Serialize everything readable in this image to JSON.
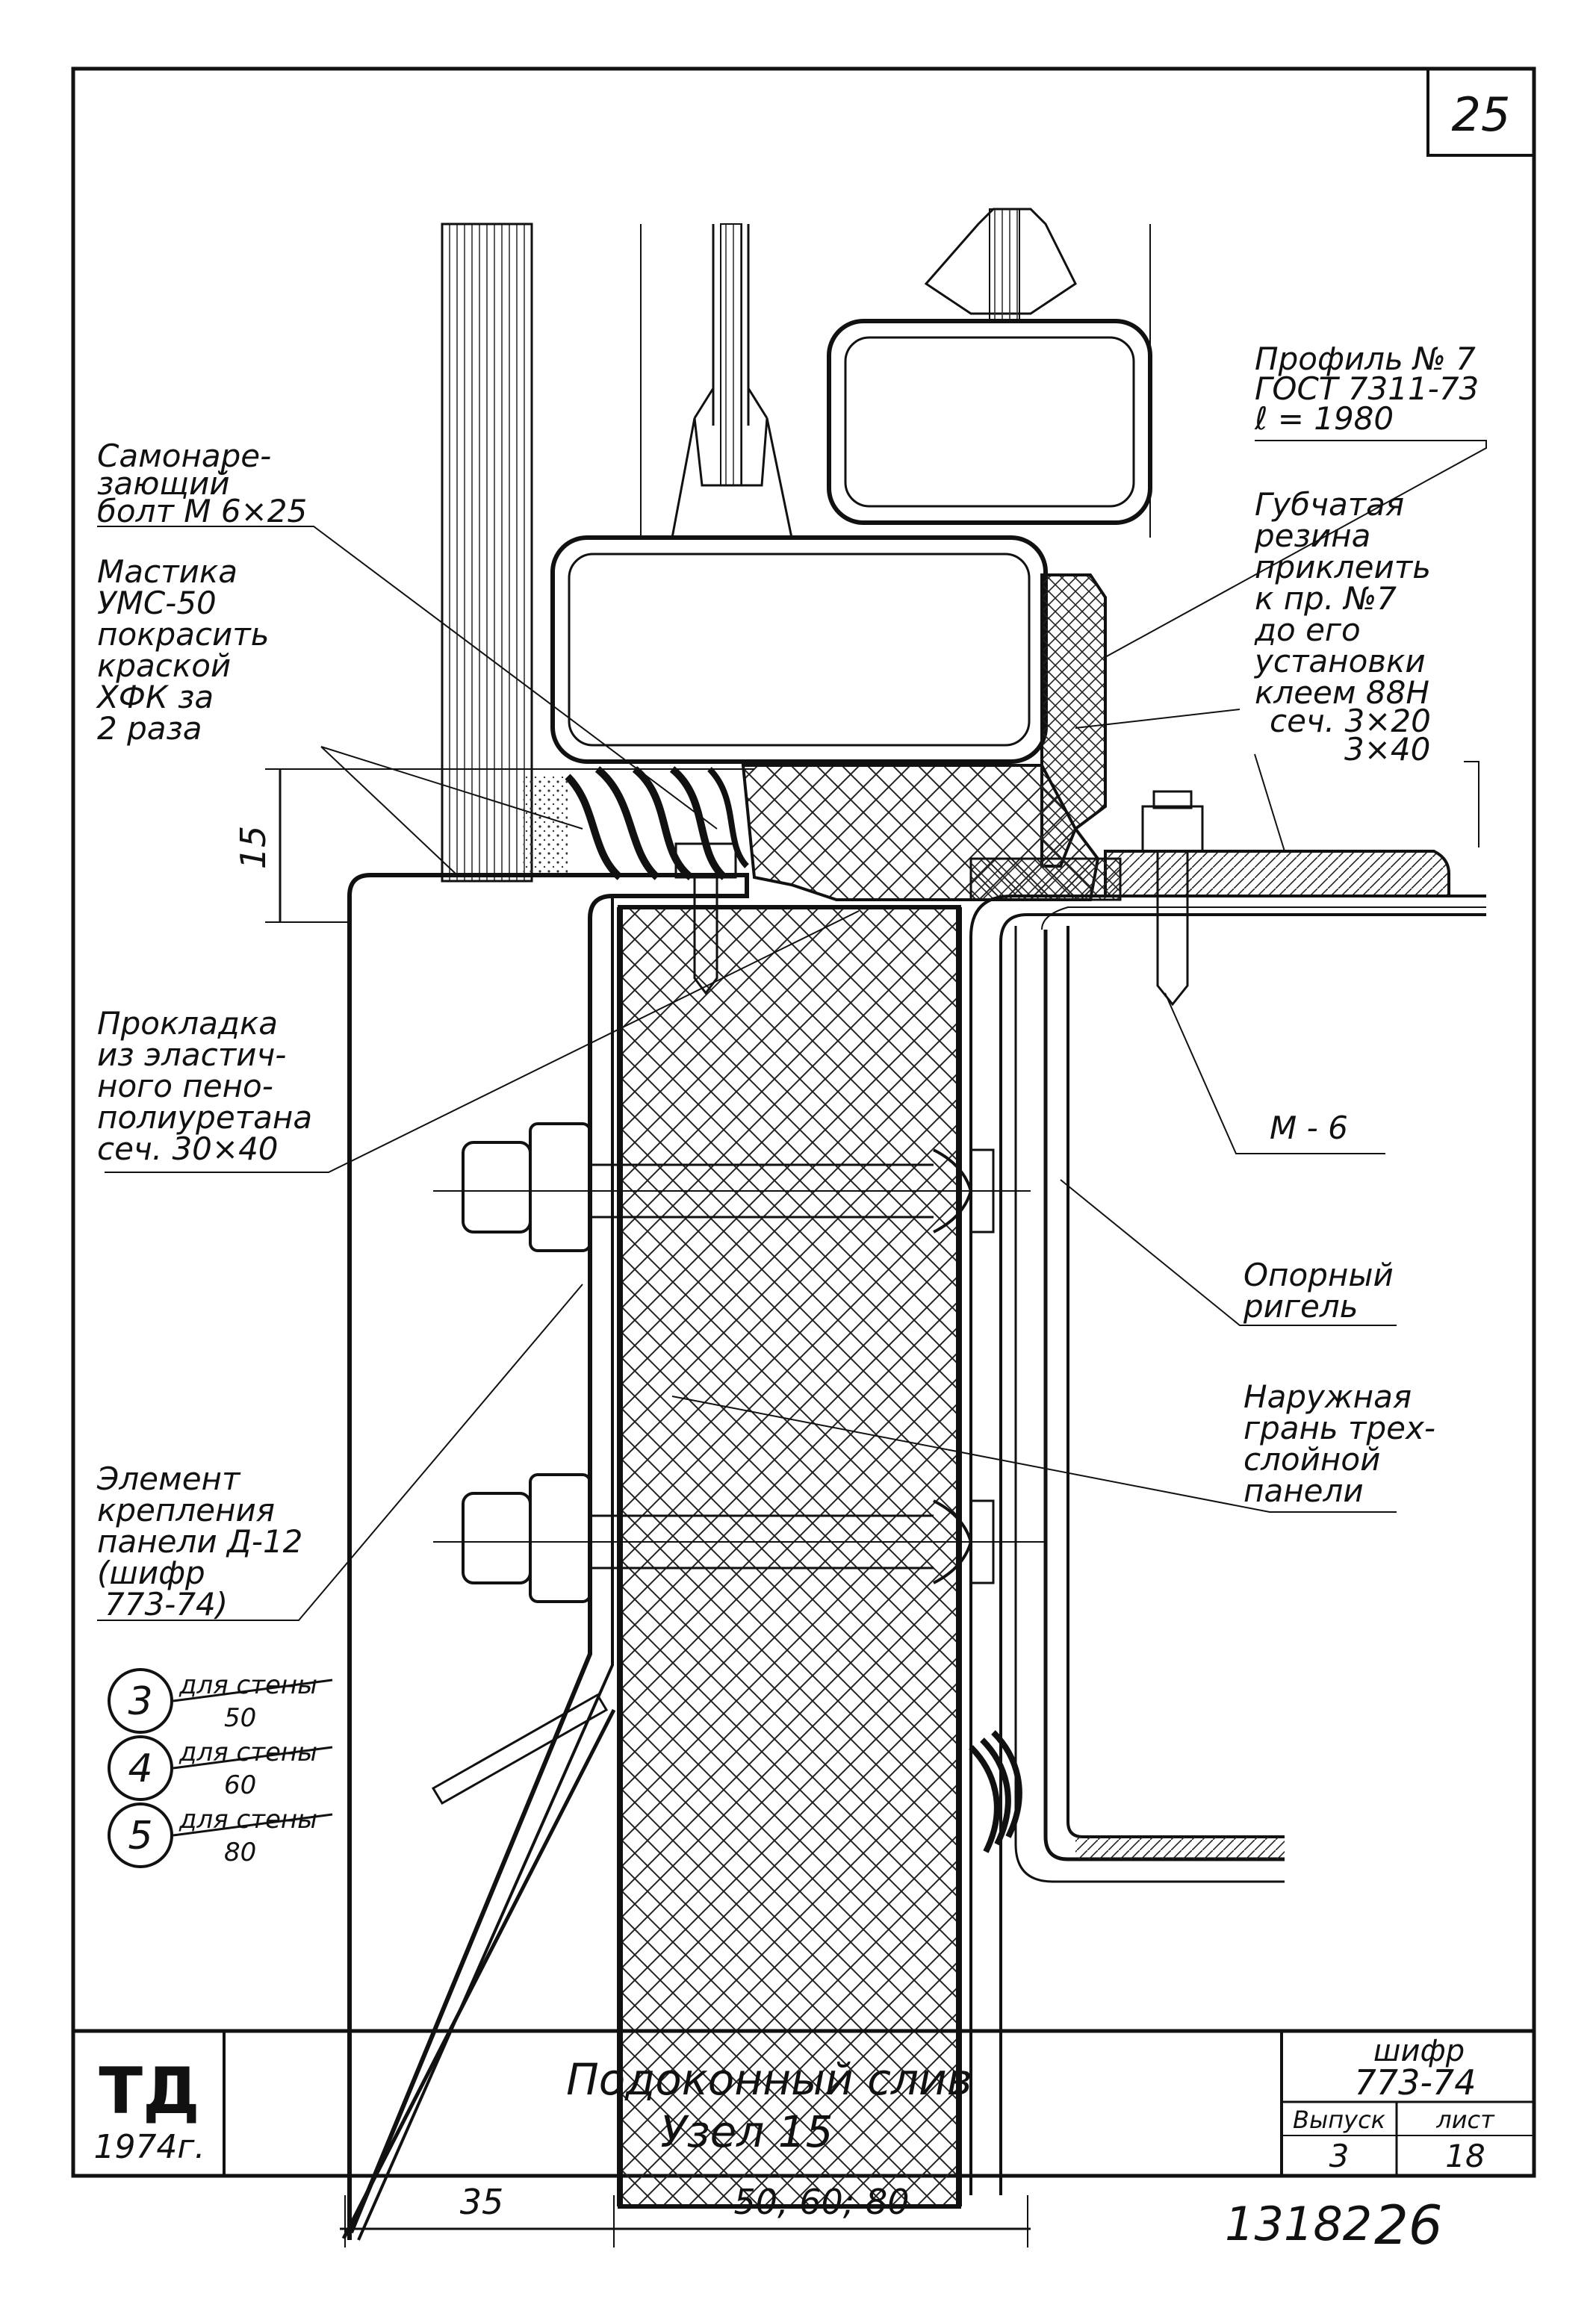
{
  "sheet": {
    "page_number": "25",
    "archive_number": "13182",
    "archive_page": "26"
  },
  "labels": {
    "profile": [
      "Профиль № 7",
      "ГОСТ 7311-73",
      "ℓ = 1980"
    ],
    "bolt": [
      "Самонаре-",
      "зающий",
      "болт М 6×25"
    ],
    "mastic": [
      "Мастика",
      "УМС-50",
      "покрасить",
      "краской",
      "ХФК за",
      "2 раза"
    ],
    "rubber": [
      "Губчатая",
      "резина",
      "приклеить",
      "к пр. №7",
      "до его",
      "установки",
      "клеем 88Н",
      "сеч. 3×20",
      "3×40"
    ],
    "gasket": [
      "Прокладка",
      "из эластич-",
      "ного пено-",
      "полиуретана",
      "сеч. 30×40"
    ],
    "screw": "М - 6",
    "support_rail": [
      "Опорный",
      "ригель"
    ],
    "outer_face": [
      "Наружная",
      "грань трех-",
      "слойной",
      "панели"
    ],
    "fastening": [
      "Элемент",
      "крепления",
      "панели Д-12",
      "(шифр",
      "773-74)"
    ],
    "variants": [
      {
        "num": "3",
        "text": "для стены",
        "value": "50"
      },
      {
        "num": "4",
        "text": "для стены",
        "value": "60"
      },
      {
        "num": "5",
        "text": "для стены",
        "value": "80"
      }
    ]
  },
  "dimensions": {
    "height": "15",
    "flange": "35",
    "panel": "50, 60; 80"
  },
  "title_block": {
    "stamp": "ТД",
    "year": "1974г.",
    "title_line1": "Подоконный слив",
    "title_line2": "Узел 15",
    "code_label": "шифр",
    "code": "773-74",
    "issue_label": "Выпуск",
    "issue": "3",
    "sheet_label": "лист",
    "sheet": "18"
  }
}
